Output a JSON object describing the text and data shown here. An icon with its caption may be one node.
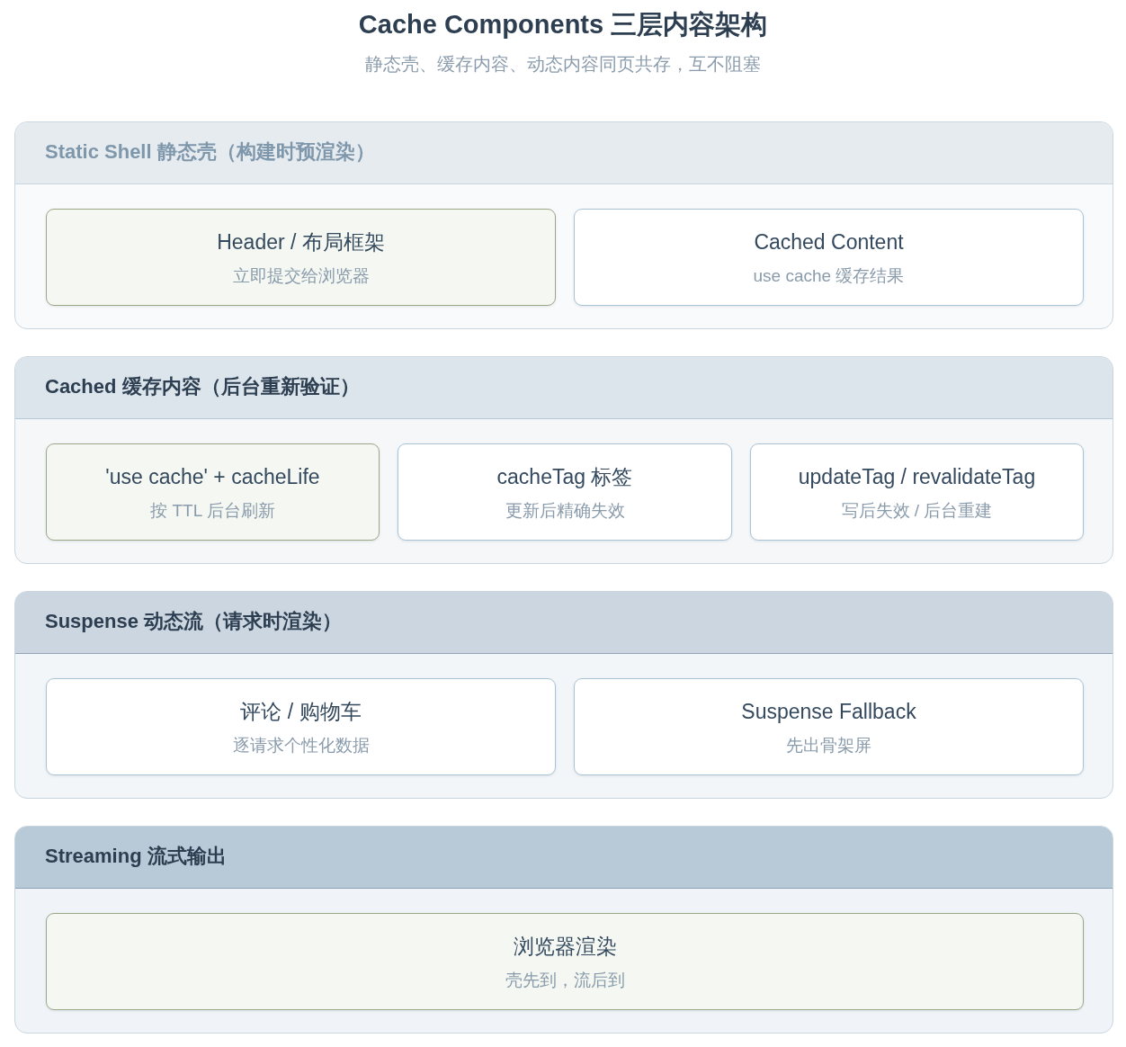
{
  "diagram": {
    "title": "Cache Components 三层内容架构",
    "nodes": [
      {
        "text": [
          "Static Shell 静态壳（构建时预渲染）"
        ]
      },
      {
        "text": [
          "Header / 布局框架",
          "立即提交给浏览器"
        ],
        "in": 0
      },
      {
        "text": [
          "Cached Content",
          "use cache 缓存结果"
        ],
        "in": 0
      },
      {
        "text": [
          "Cached 缓存内容（后台重新验证）"
        ]
      },
      {
        "text": [
          "'use cache' + cacheLife",
          "按 TTL 后台刷新"
        ],
        "in": 3
      },
      {
        "text": [
          "cacheTag 标签",
          "更新后精确失效"
        ],
        "in": 3
      },
      {
        "text": [
          "updateTag / revalidateTag",
          "写后失效 / 后台重建"
        ],
        "in": 3
      },
      {
        "text": [
          "Suspense 动态流（请求时渲染）"
        ]
      },
      {
        "text": [
          "评论 / 购物车",
          "逐请求个性化数据"
        ],
        "in": 7
      },
      {
        "text": [
          "Suspense Fallback",
          "先出骨架屏"
        ],
        "in": 7
      },
      {
        "text": [
          "Streaming 流式输出"
        ]
      },
      {
        "text": [
          "浏览器渲染",
          "壳先到，流后到"
        ],
        "in": 10
      }
    ],
    "labels": [
      "静态壳、缓存内容、动态内容同页共存，互不阻塞"
    ]
  }
}
